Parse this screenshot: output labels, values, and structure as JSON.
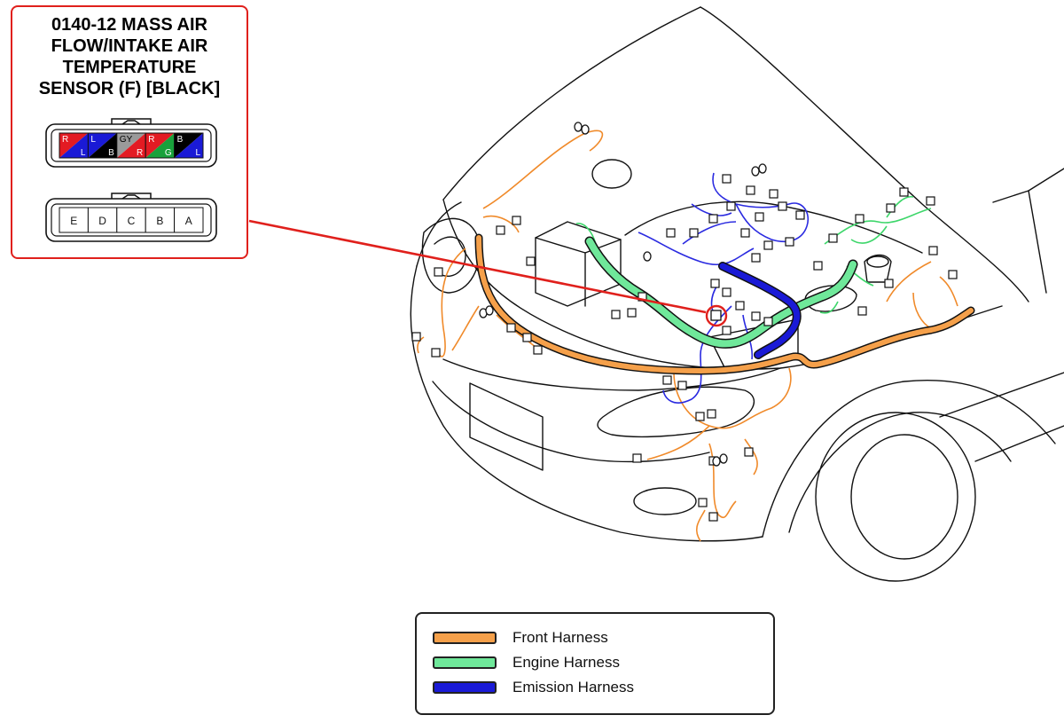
{
  "callout": {
    "title_lines": [
      "0140-12 MASS AIR",
      "FLOW/INTAKE AIR",
      "TEMPERATURE",
      "SENSOR (F) [BLACK]"
    ],
    "wire_pins": [
      {
        "top": "R",
        "bottom": "L",
        "color_a": "#e31b23",
        "color_b": "#1a1ad6"
      },
      {
        "top": "L",
        "bottom": "B",
        "color_a": "#1a1ad6",
        "color_b": "#000000"
      },
      {
        "top": "GY",
        "bottom": "R",
        "color_a": "#9a9a9a",
        "color_b": "#e31b23"
      },
      {
        "top": "R",
        "bottom": "G",
        "color_a": "#e31b23",
        "color_b": "#19a13b"
      },
      {
        "top": "B",
        "bottom": "L",
        "color_a": "#000000",
        "color_b": "#1a1ad6"
      }
    ],
    "pin_letters": [
      "E",
      "D",
      "C",
      "B",
      "A"
    ]
  },
  "legend": {
    "items": [
      {
        "label": "Front Harness",
        "color": "#f5a04a"
      },
      {
        "label": "Engine Harness",
        "color": "#6fe89a"
      },
      {
        "label": "Emission Harness",
        "color": "#1a1ad6"
      }
    ]
  },
  "colors": {
    "callout_border": "#e0201c",
    "leader_line": "#e0201c",
    "front_harness": "#f5a04a",
    "engine_harness": "#6fe89a",
    "emission_harness": "#1a1ad6",
    "thin_front": "#f08a2a",
    "thin_engine": "#3dd66a",
    "thin_emission": "#2a2ae0"
  }
}
